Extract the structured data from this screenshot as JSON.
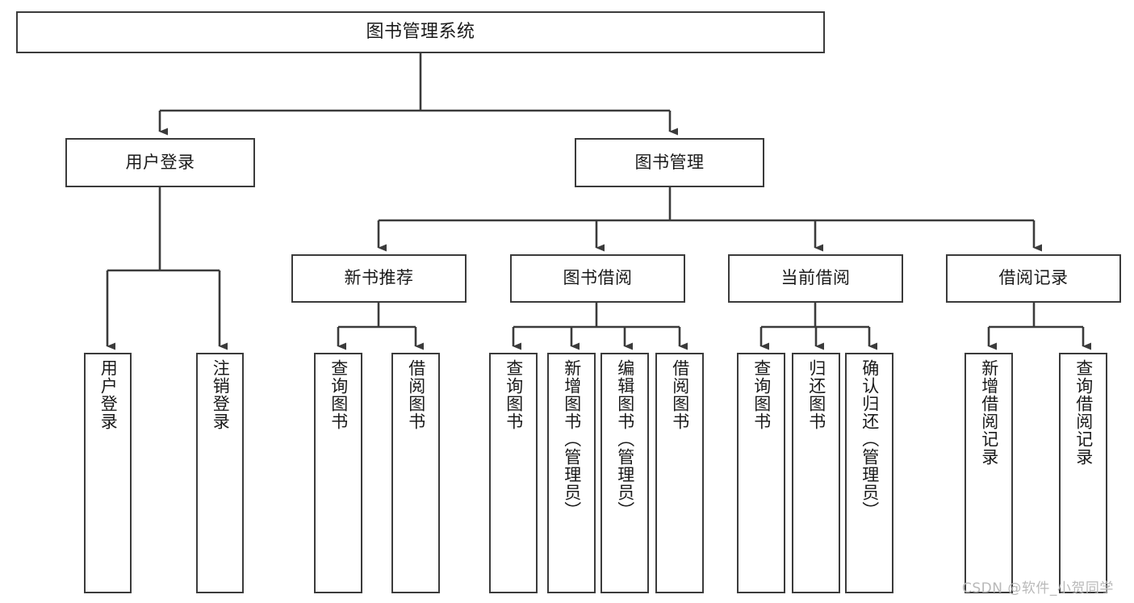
{
  "diagram": {
    "kind": "functional-structure-tree",
    "title": "图书管理系统",
    "watermark": "CSDN @软件_小贺同学",
    "colors": {
      "box_border": "#3b3b3b",
      "edge": "#3b3b3b",
      "background": "#ffffff",
      "text": "#1a1a1a",
      "watermark": "#b9b9b9"
    },
    "levels": {
      "root": {
        "label": "图书管理系统"
      },
      "level2": [
        {
          "label": "用户登录"
        },
        {
          "label": "图书管理"
        }
      ],
      "level3": [
        {
          "label": "新书推荐"
        },
        {
          "label": "图书借阅"
        },
        {
          "label": "当前借阅"
        },
        {
          "label": "借阅记录"
        }
      ],
      "leaves": {
        "user_login": [
          {
            "label": "用户登录"
          },
          {
            "label": "注销登录"
          }
        ],
        "new_book": [
          {
            "label": "查询图书"
          },
          {
            "label": "借阅图书"
          }
        ],
        "book_borrow": [
          {
            "label": "查询图书"
          },
          {
            "label": "新增图书（管理员）"
          },
          {
            "label": "编辑图书（管理员）"
          },
          {
            "label": "借阅图书"
          }
        ],
        "current_borrow": [
          {
            "label": "查询图书"
          },
          {
            "label": "归还图书"
          },
          {
            "label": "确认归还（管理员）"
          }
        ],
        "borrow_record": [
          {
            "label": "新增借阅记录"
          },
          {
            "label": "查询借阅记录"
          }
        ]
      }
    }
  }
}
